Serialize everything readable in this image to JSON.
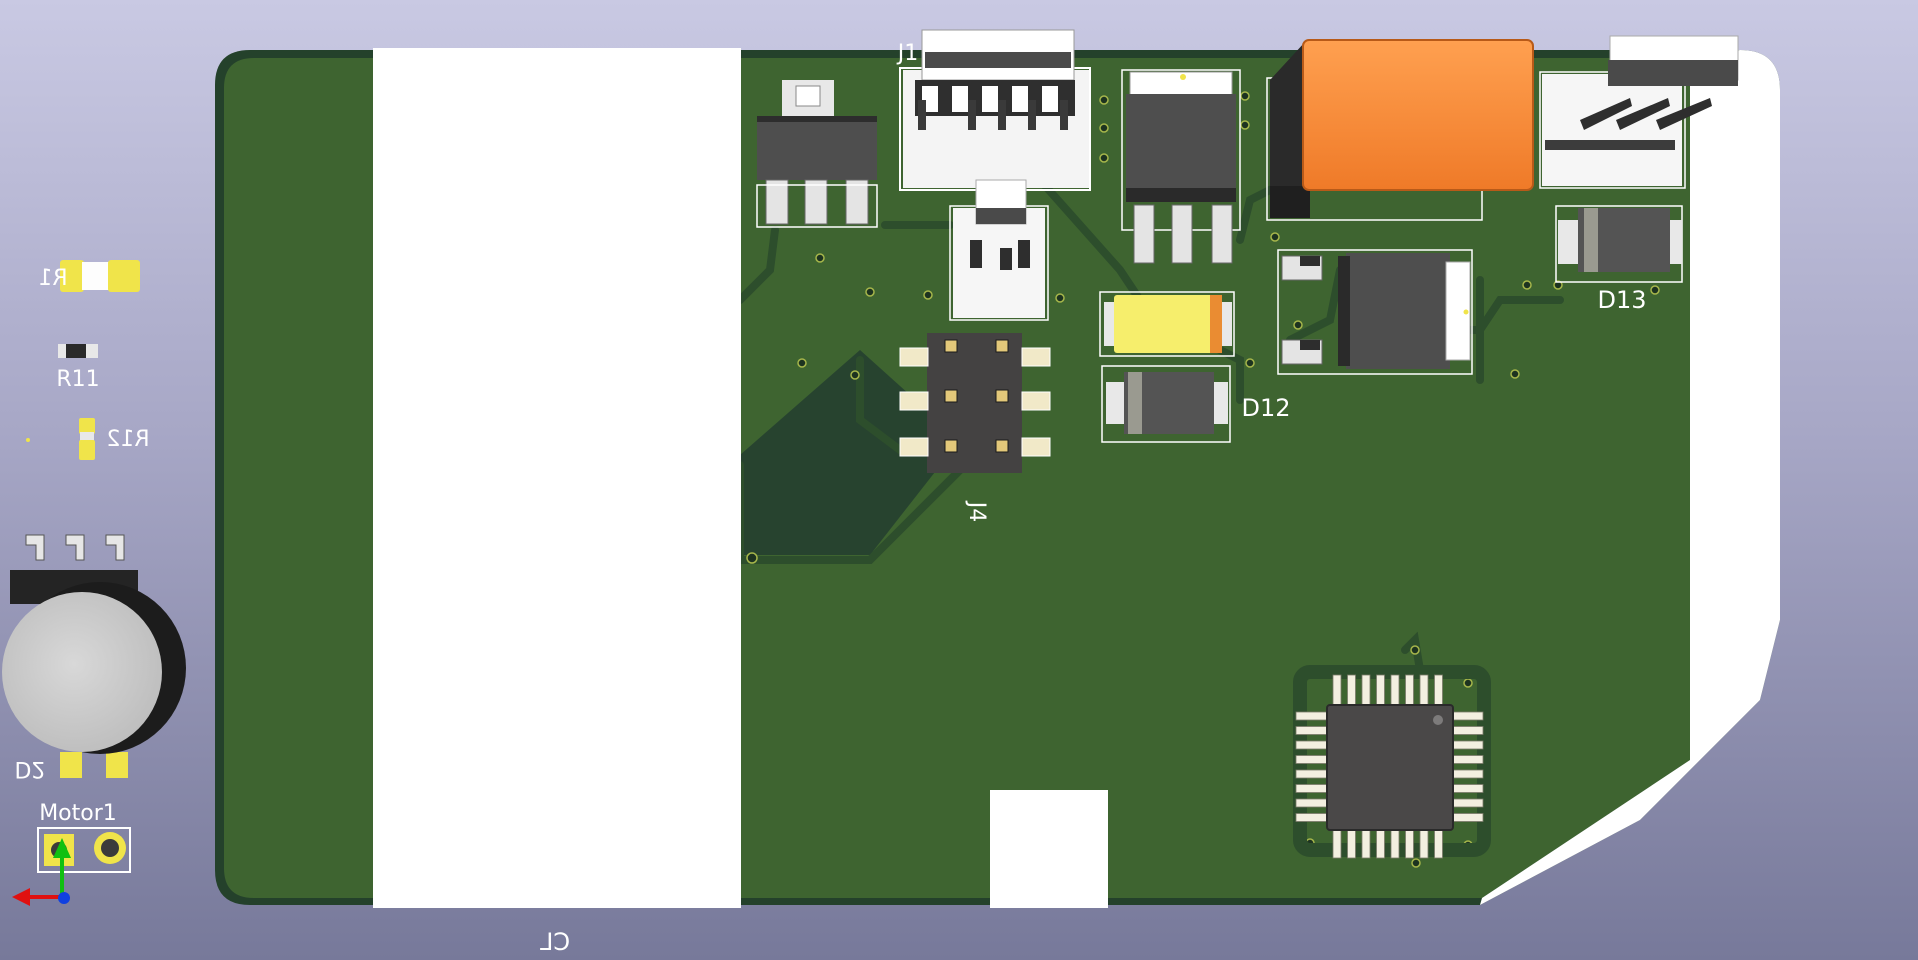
{
  "viewer": {
    "background_top": "#c9c9e3",
    "background_bottom": "#77799a"
  },
  "board": {
    "solder_mask_color": "#3e6430",
    "edge_color": "#24412b",
    "copper_zone_color": "#27432f",
    "silkscreen_color": "#ffffff",
    "pad_color_gold": "#f0e44a"
  },
  "designators": {
    "r1": "R1",
    "r11": "R11",
    "r12": "R12",
    "d2": "D2",
    "motor1": "Motor1",
    "j1": "J1",
    "j4": "J4",
    "d12": "D12",
    "d13": "D13",
    "cl": "CL"
  },
  "components": [
    {
      "ref": "R1",
      "type": "resistor-0805",
      "icon": "resistor-icon"
    },
    {
      "ref": "R11",
      "type": "resistor-0603",
      "icon": "resistor-icon"
    },
    {
      "ref": "R12",
      "type": "resistor-0402",
      "icon": "resistor-icon"
    },
    {
      "ref": "D2",
      "type": "sot-23",
      "icon": "diode-icon"
    },
    {
      "ref": "Motor1",
      "type": "vibration-motor",
      "icon": "motor-icon"
    },
    {
      "ref": "J1",
      "type": "jst-connector",
      "icon": "connector-icon"
    },
    {
      "ref": "J4",
      "type": "pin-header-2x3",
      "icon": "header-icon"
    },
    {
      "ref": "D12",
      "type": "smb-diode",
      "icon": "diode-icon"
    },
    {
      "ref": "D13",
      "type": "smb-diode",
      "icon": "diode-icon"
    }
  ],
  "axes": {
    "x_color": "#e01010",
    "y_color": "#10c010",
    "z_color": "#1040e0"
  }
}
